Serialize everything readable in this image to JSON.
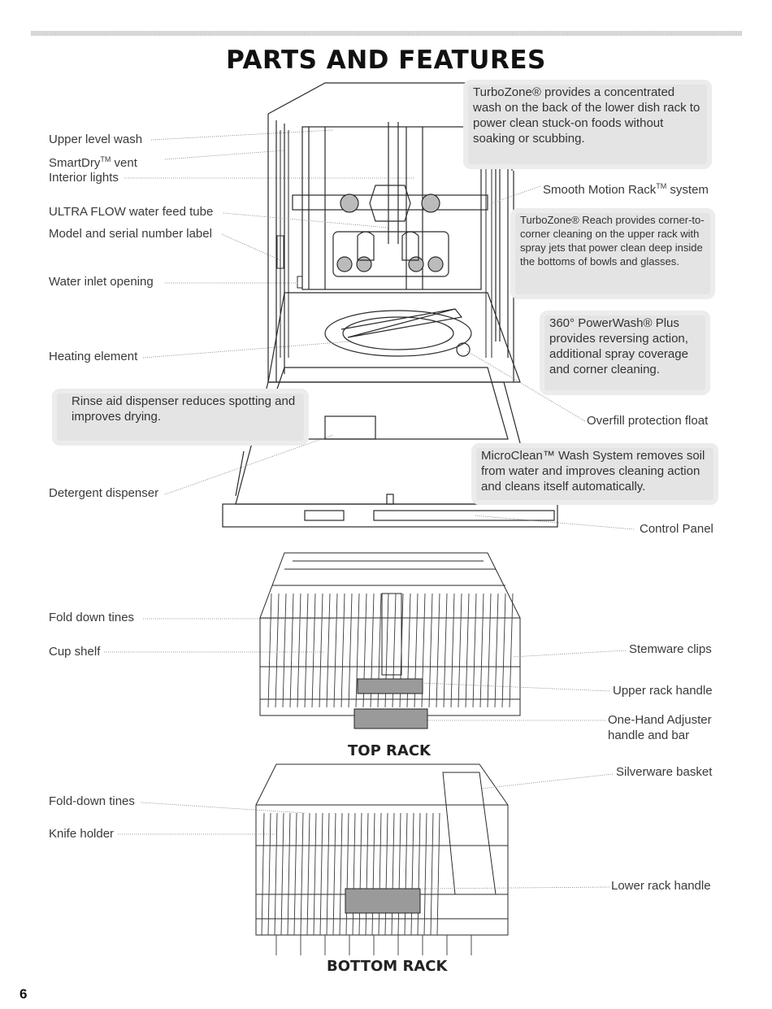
{
  "page": {
    "title": "PARTS AND FEATURES",
    "page_number": "6"
  },
  "callouts": {
    "turbozone": "TurboZone® provides a concentrated wash on the back of the lower dish rack to power clean stuck-on foods without soaking or scubbing.",
    "turbozone_reach": "TurboZone® Reach provides corner-to-corner cleaning on the upper rack with spray jets that power clean deep inside the bottoms of bowls and glasses.",
    "powerwash": "360° PowerWash® Plus provides reversing action, additional spray coverage and corner cleaning.",
    "rinse_aid": "Rinse aid dispenser reduces spotting and improves drying.",
    "microclean": "MicroClean™ Wash System removes soil from water and improves cleaning action and cleans itself automatically."
  },
  "labels_left": {
    "upper_level_wash": "Upper level wash",
    "smartdry_vent_a": "SmartDry",
    "smartdry_vent_tm": "TM",
    "smartdry_vent_b": " vent",
    "interior_lights": "Interior lights",
    "ultra_flow": "ULTRA FLOW water feed tube",
    "model_serial": "Model and serial number label",
    "water_inlet": "Water inlet opening",
    "heating_element": "Heating element",
    "detergent_dispenser": "Detergent dispenser"
  },
  "labels_right": {
    "smooth_motion_a": "Smooth Motion Rack",
    "smooth_motion_tm": "TM",
    "smooth_motion_b": " system",
    "overfill_float": "Overfill protection float",
    "control_panel": "Control Panel"
  },
  "top_rack": {
    "title": "TOP RACK",
    "fold_down_tines": "Fold down tines",
    "cup_shelf": "Cup shelf",
    "stemware_clips": "Stemware clips",
    "upper_rack_handle": "Upper rack handle",
    "one_hand_adjuster_1": "One-Hand Adjuster",
    "one_hand_adjuster_2": "handle and bar"
  },
  "bottom_rack": {
    "title": "BOTTOM RACK",
    "fold_down_tines": "Fold-down tines",
    "knife_holder": "Knife holder",
    "silverware_basket": "Silverware basket",
    "lower_rack_handle": "Lower rack handle"
  }
}
